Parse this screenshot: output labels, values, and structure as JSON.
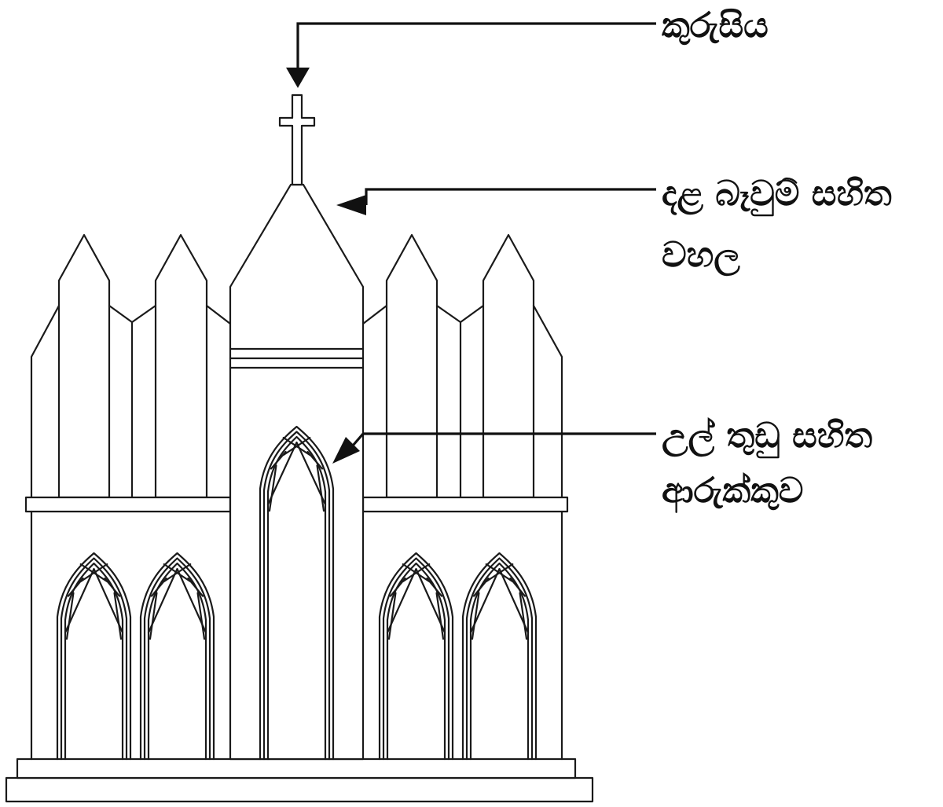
{
  "labels": {
    "cross": "කුරුසිය",
    "roof_line1": "දළ බෑවුම් සහිත",
    "roof_line2": "වහල",
    "arch_line1": "උල් තුඩු සහිත",
    "arch_line2": "ආරුක්කුව"
  }
}
